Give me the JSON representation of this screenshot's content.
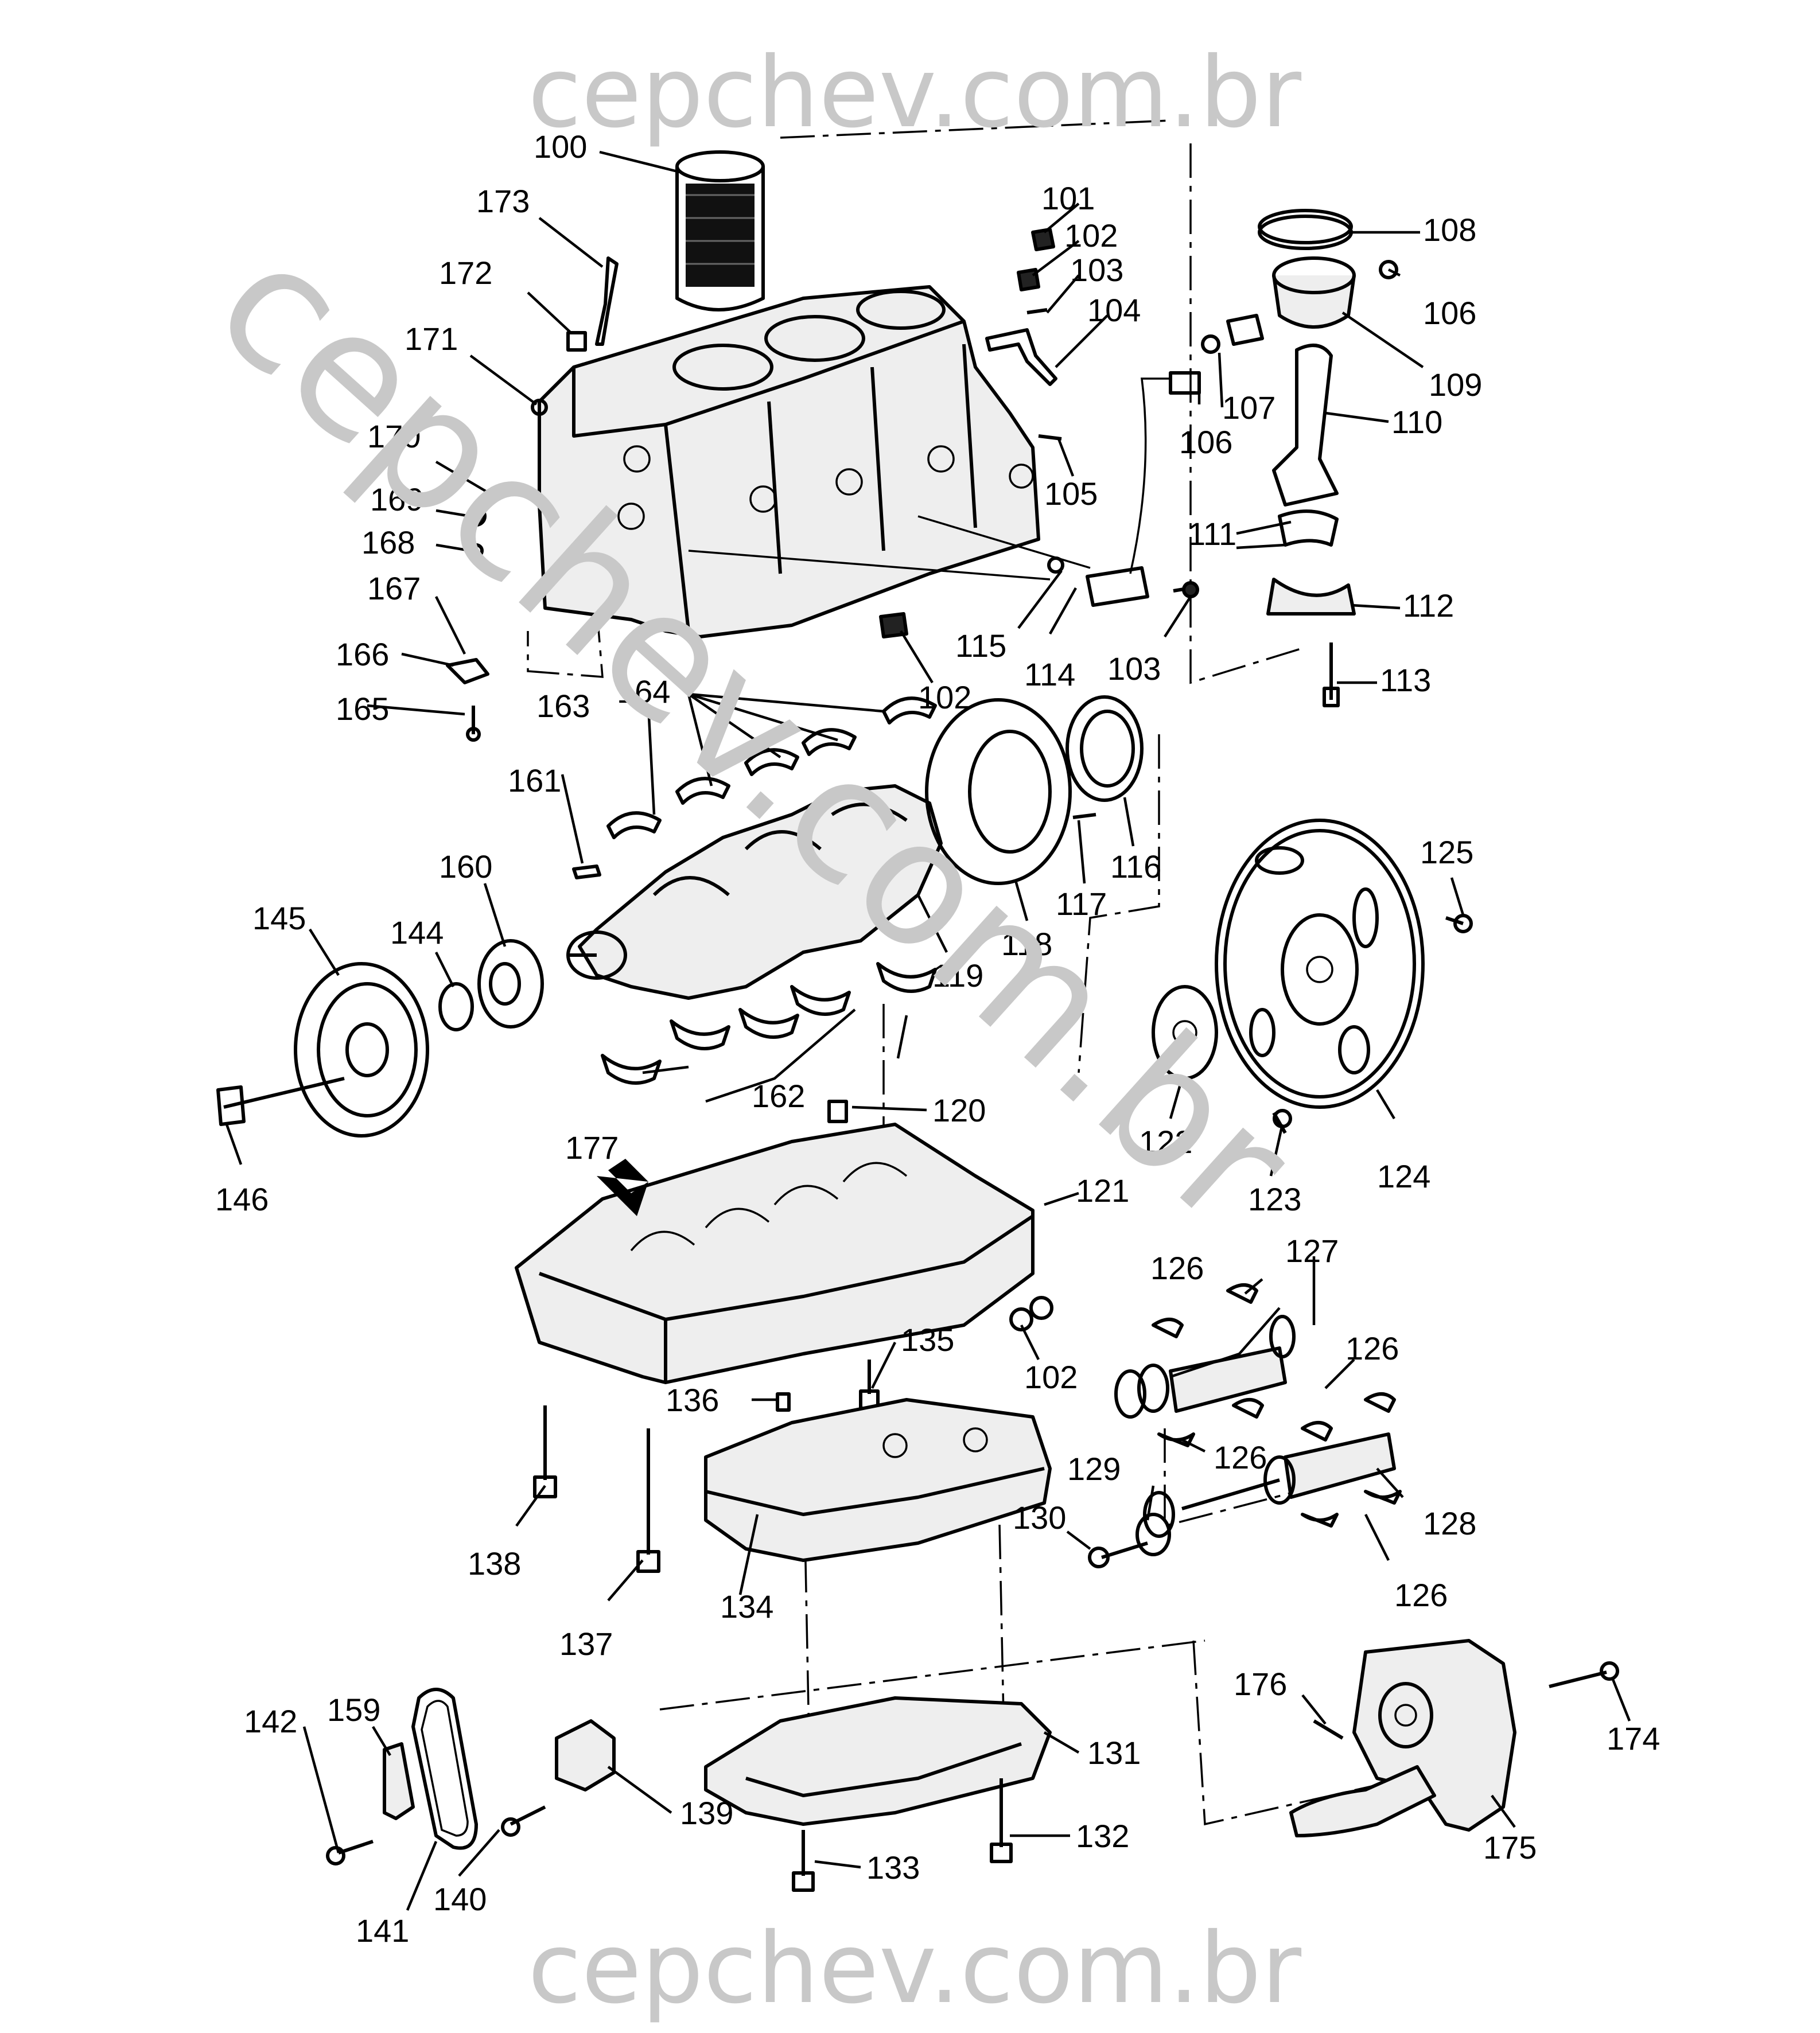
{
  "watermark": {
    "top": "cepchev.com.br",
    "bottom": "cepchev.com.br",
    "diagonal": "cepchev.com.br"
  },
  "callouts": [
    {
      "id": "c100",
      "text": "100"
    },
    {
      "id": "c101",
      "text": "101"
    },
    {
      "id": "c102a",
      "text": "102"
    },
    {
      "id": "c103a",
      "text": "103"
    },
    {
      "id": "c104",
      "text": "104"
    },
    {
      "id": "c105",
      "text": "105"
    },
    {
      "id": "c106a",
      "text": "106"
    },
    {
      "id": "c106b",
      "text": "106"
    },
    {
      "id": "c107",
      "text": "107"
    },
    {
      "id": "c108",
      "text": "108"
    },
    {
      "id": "c109",
      "text": "109"
    },
    {
      "id": "c110",
      "text": "110"
    },
    {
      "id": "c111",
      "text": "111"
    },
    {
      "id": "c112",
      "text": "112"
    },
    {
      "id": "c113",
      "text": "113"
    },
    {
      "id": "c114",
      "text": "114"
    },
    {
      "id": "c115",
      "text": "115"
    },
    {
      "id": "c103b",
      "text": "103"
    },
    {
      "id": "c102b",
      "text": "102"
    },
    {
      "id": "c116",
      "text": "116"
    },
    {
      "id": "c117",
      "text": "117"
    },
    {
      "id": "c118",
      "text": "118"
    },
    {
      "id": "c119",
      "text": "119"
    },
    {
      "id": "c120",
      "text": "120"
    },
    {
      "id": "c121",
      "text": "121"
    },
    {
      "id": "c122",
      "text": "122"
    },
    {
      "id": "c123",
      "text": "123"
    },
    {
      "id": "c124",
      "text": "124"
    },
    {
      "id": "c125",
      "text": "125"
    },
    {
      "id": "c126a",
      "text": "126"
    },
    {
      "id": "c126b",
      "text": "126"
    },
    {
      "id": "c126c",
      "text": "126"
    },
    {
      "id": "c126d",
      "text": "126"
    },
    {
      "id": "c127",
      "text": "127"
    },
    {
      "id": "c128",
      "text": "128"
    },
    {
      "id": "c129",
      "text": "129"
    },
    {
      "id": "c130",
      "text": "130"
    },
    {
      "id": "c131",
      "text": "131"
    },
    {
      "id": "c132",
      "text": "132"
    },
    {
      "id": "c133",
      "text": "133"
    },
    {
      "id": "c134",
      "text": "134"
    },
    {
      "id": "c135",
      "text": "135"
    },
    {
      "id": "c136",
      "text": "136"
    },
    {
      "id": "c137",
      "text": "137"
    },
    {
      "id": "c138",
      "text": "138"
    },
    {
      "id": "c139",
      "text": "139"
    },
    {
      "id": "c140",
      "text": "140"
    },
    {
      "id": "c141",
      "text": "141"
    },
    {
      "id": "c142",
      "text": "142"
    },
    {
      "id": "c145",
      "text": "145"
    },
    {
      "id": "c144",
      "text": "144"
    },
    {
      "id": "c146",
      "text": "146"
    },
    {
      "id": "c159",
      "text": "159"
    },
    {
      "id": "c160",
      "text": "160"
    },
    {
      "id": "c161",
      "text": "161"
    },
    {
      "id": "c162",
      "text": "162"
    },
    {
      "id": "c163",
      "text": "163"
    },
    {
      "id": "c164",
      "text": "164"
    },
    {
      "id": "c165",
      "text": "165"
    },
    {
      "id": "c166",
      "text": "166"
    },
    {
      "id": "c167",
      "text": "167"
    },
    {
      "id": "c168",
      "text": "168"
    },
    {
      "id": "c169",
      "text": "169"
    },
    {
      "id": "c170",
      "text": "170"
    },
    {
      "id": "c171",
      "text": "171"
    },
    {
      "id": "c172",
      "text": "172"
    },
    {
      "id": "c173",
      "text": "173"
    },
    {
      "id": "c174",
      "text": "174"
    },
    {
      "id": "c175",
      "text": "175"
    },
    {
      "id": "c176",
      "text": "176"
    },
    {
      "id": "c177",
      "text": "177"
    },
    {
      "id": "c102c",
      "text": "102"
    }
  ]
}
